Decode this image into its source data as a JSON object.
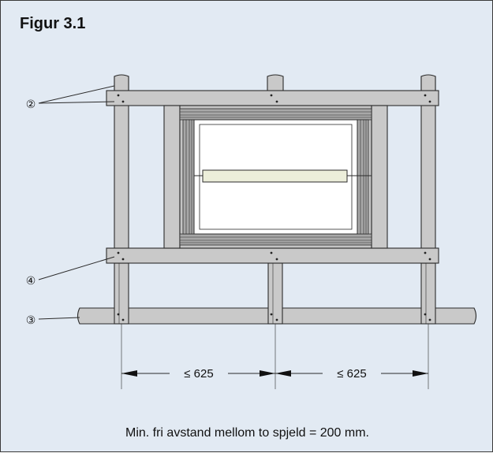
{
  "figure": {
    "title": "Figur 3.1",
    "caption": "Min. fri avstand mellom to spjeld = 200 mm."
  },
  "callouts": [
    {
      "id": "2",
      "text": "②"
    },
    {
      "id": "4",
      "text": "④"
    },
    {
      "id": "3",
      "text": "③"
    }
  ],
  "dimensions": [
    {
      "text": "≤ 625"
    },
    {
      "text": "≤ 625"
    }
  ],
  "colors": {
    "background": "#e2eaf3",
    "profile_fill": "#c9c9c9",
    "line": "#2b2b2b"
  }
}
